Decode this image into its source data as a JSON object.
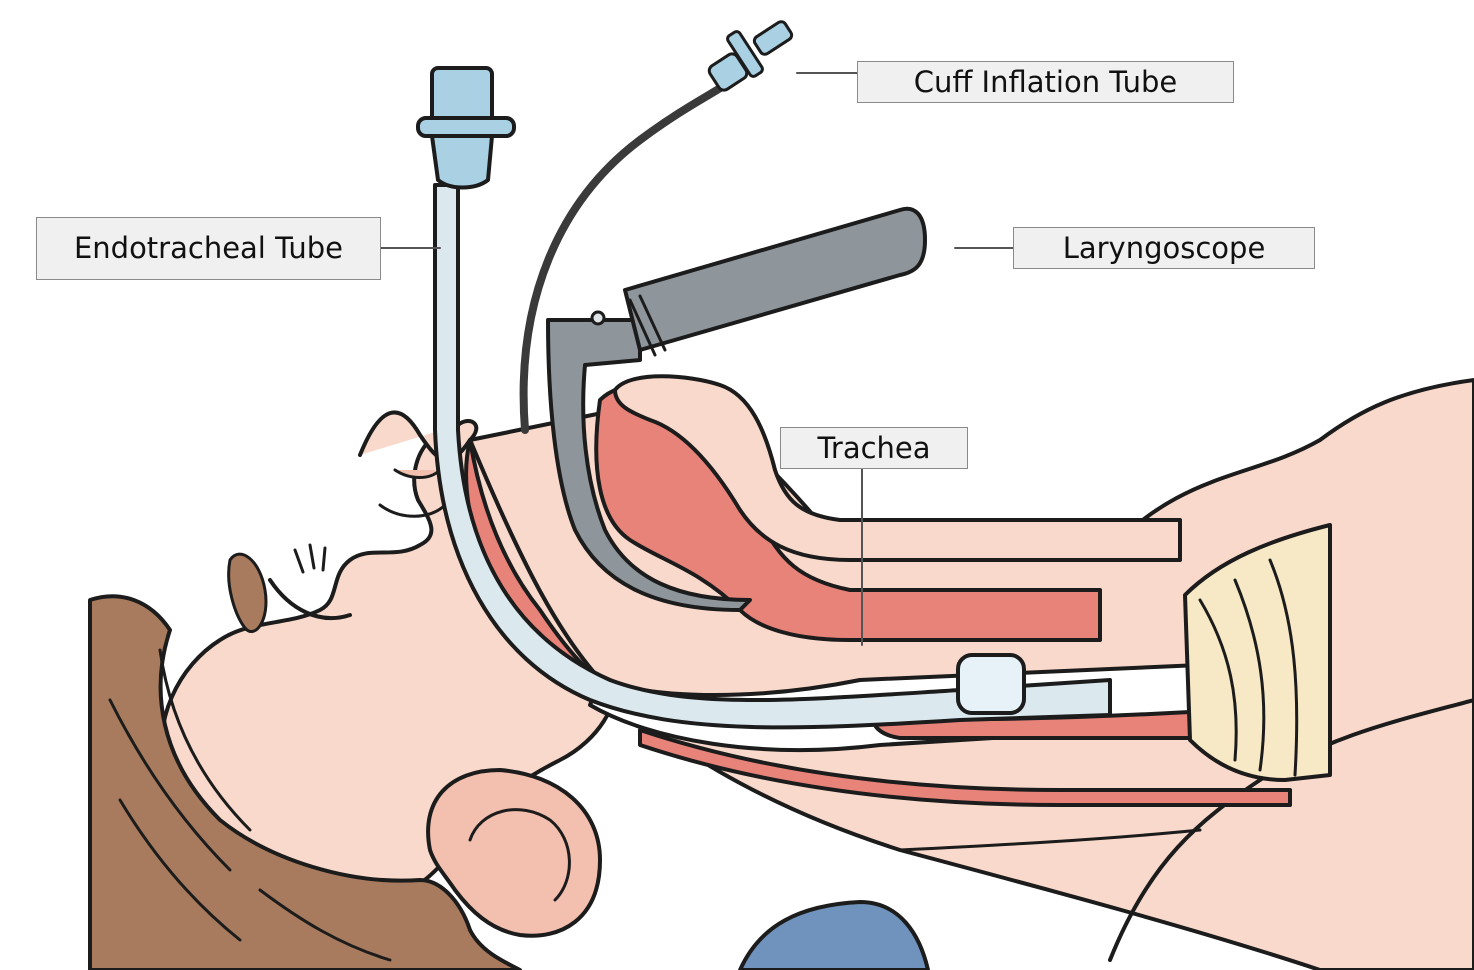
{
  "labels": {
    "cuff_inflation_tube": "Cuff Inflation Tube",
    "endotracheal_tube": "Endotracheal Tube",
    "laryngoscope": "Laryngoscope",
    "trachea": "Trachea"
  },
  "colors": {
    "skin": "#f9d9cb",
    "skin_shadow": "#f3bfae",
    "mucosa": "#e8837a",
    "mucosa_dark": "#d9685f",
    "hair": "#a87b5e",
    "tube": "#dbe8ee",
    "tube_connector": "#a9d1e3",
    "laryngoscope": "#8e969c",
    "cartilage": "#f7e8c6",
    "pillow": "#6f93bd",
    "outline": "#1c1c1c"
  }
}
